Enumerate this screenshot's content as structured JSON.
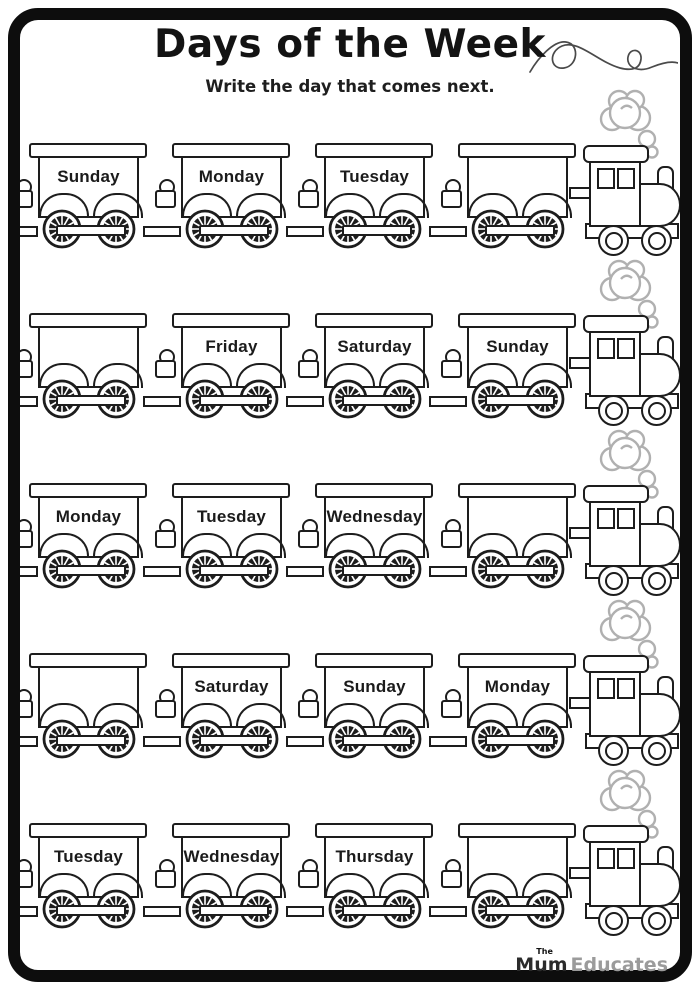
{
  "page": {
    "title": "Days of the Week",
    "subtitle": "Write the day that comes next.",
    "brand": {
      "the": "The",
      "mum": "Mum",
      "educates": "Educates"
    },
    "colors": {
      "ink": "#1d1d1d",
      "frame": "#0d0d0d",
      "smoke_outline": "#b0b0b0",
      "brand_dark": "#2b2b2b",
      "brand_gray": "#9b9b9b",
      "paper": "#ffffff"
    },
    "icons": [
      "locomotive-icon",
      "train-car",
      "coupling-knob-icon",
      "wheel-icon",
      "smoke-icon",
      "squiggle-line-icon"
    ]
  },
  "worksheet": {
    "rows": [
      {
        "cars": [
          "Sunday",
          "Monday",
          "Tuesday",
          ""
        ]
      },
      {
        "cars": [
          "",
          "Friday",
          "Saturday",
          "Sunday"
        ]
      },
      {
        "cars": [
          "Monday",
          "Tuesday",
          "Wednesday",
          ""
        ]
      },
      {
        "cars": [
          "",
          "Saturday",
          "Sunday",
          "Monday"
        ]
      },
      {
        "cars": [
          "Tuesday",
          "Wednesday",
          "Thursday",
          ""
        ]
      }
    ]
  }
}
